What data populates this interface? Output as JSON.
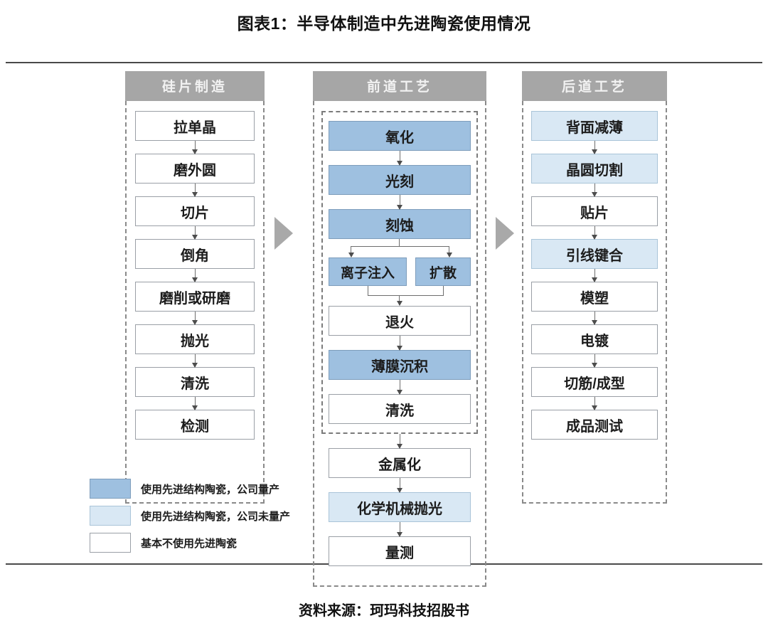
{
  "figure": {
    "title": "图表1：半导体制造中先进陶瓷使用情况",
    "source": "资料来源：珂玛科技招股书"
  },
  "columns": [
    {
      "id": "wafer-manufacturing",
      "header": "硅片制造",
      "nodes": [
        {
          "label": "拉单晶",
          "fill": "none"
        },
        {
          "label": "磨外圆",
          "fill": "none"
        },
        {
          "label": "切片",
          "fill": "none"
        },
        {
          "label": "倒角",
          "fill": "none"
        },
        {
          "label": "磨削或研磨",
          "fill": "none"
        },
        {
          "label": "抛光",
          "fill": "none"
        },
        {
          "label": "清洗",
          "fill": "none"
        },
        {
          "label": "检测",
          "fill": "none"
        }
      ]
    },
    {
      "id": "front-end-process",
      "header": "前道工艺",
      "subgroup": {
        "nodes_top": [
          {
            "label": "氧化",
            "fill": "strong"
          },
          {
            "label": "光刻",
            "fill": "strong"
          },
          {
            "label": "刻蚀",
            "fill": "strong"
          }
        ],
        "branch": [
          {
            "label": "离子注入",
            "fill": "strong"
          },
          {
            "label": "扩散",
            "fill": "strong"
          }
        ],
        "nodes_bottom": [
          {
            "label": "退火",
            "fill": "none"
          },
          {
            "label": "薄膜沉积",
            "fill": "strong"
          },
          {
            "label": "清洗",
            "fill": "none"
          }
        ]
      },
      "nodes_after": [
        {
          "label": "金属化",
          "fill": "none"
        },
        {
          "label": "化学机械抛光",
          "fill": "light"
        },
        {
          "label": "量测",
          "fill": "none"
        }
      ]
    },
    {
      "id": "back-end-process",
      "header": "后道工艺",
      "nodes": [
        {
          "label": "背面减薄",
          "fill": "light"
        },
        {
          "label": "晶圆切割",
          "fill": "light"
        },
        {
          "label": "贴片",
          "fill": "none"
        },
        {
          "label": "引线键合",
          "fill": "light"
        },
        {
          "label": "模塑",
          "fill": "none"
        },
        {
          "label": "电镀",
          "fill": "none"
        },
        {
          "label": "切筋/成型",
          "fill": "none"
        },
        {
          "label": "成品测试",
          "fill": "none"
        }
      ]
    }
  ],
  "legend": [
    {
      "fill": "strong",
      "label": "使用先进结构陶瓷，公司量产"
    },
    {
      "fill": "light",
      "label": "使用先进结构陶瓷，公司未量产"
    },
    {
      "fill": "none",
      "label": "基本不使用先进陶瓷"
    }
  ],
  "colors": {
    "fill_strong": "#9ec0e0",
    "fill_light": "#d9e8f4",
    "fill_none": "#ffffff",
    "header_bar": "#a6a6a6",
    "stage_arrow": "#a9a9a9",
    "node_border": "#9a9fa6",
    "rule": "#4a4a4a"
  }
}
